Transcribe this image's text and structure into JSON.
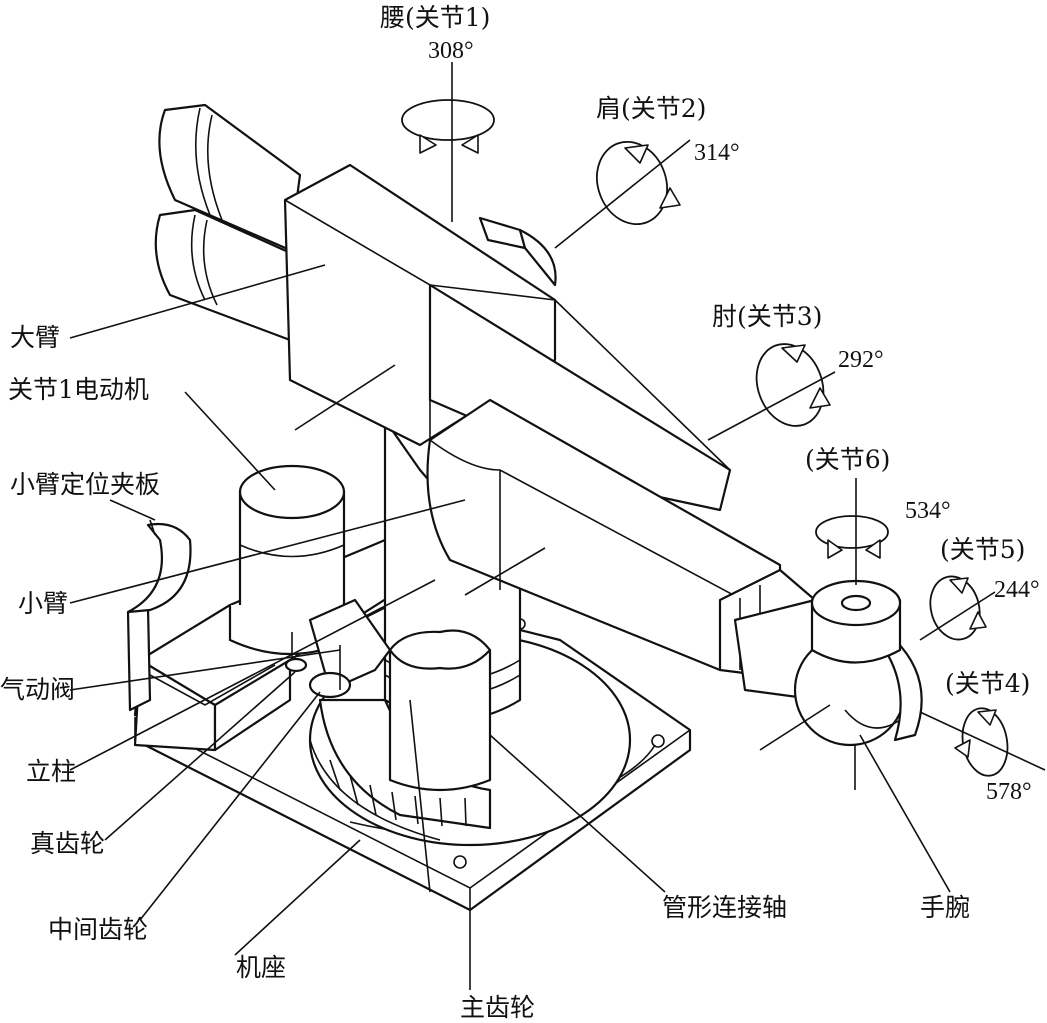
{
  "labels": {
    "waist": "腰(关节1)",
    "waist_deg": "308°",
    "shoulder": "肩(关节2)",
    "shoulder_deg": "314°",
    "elbow": "肘(关节3)",
    "elbow_deg": "292°",
    "joint6": "(关节6)",
    "joint6_deg": "534°",
    "joint5": "(关节5)",
    "joint5_deg": "244°",
    "joint4": "(关节4)",
    "joint4_deg": "578°",
    "upper_arm": "大臂",
    "joint1_motor": "关节1电动机",
    "forearm_clamp": "小臂定位夹板",
    "forearm": "小臂",
    "pneumatic_valve": "气动阀",
    "column": "立柱",
    "true_gear": "真齿轮",
    "idler_gear": "中间齿轮",
    "base": "机座",
    "main_gear": "主齿轮",
    "tubular_shaft": "管形连接轴",
    "wrist": "手腕"
  }
}
